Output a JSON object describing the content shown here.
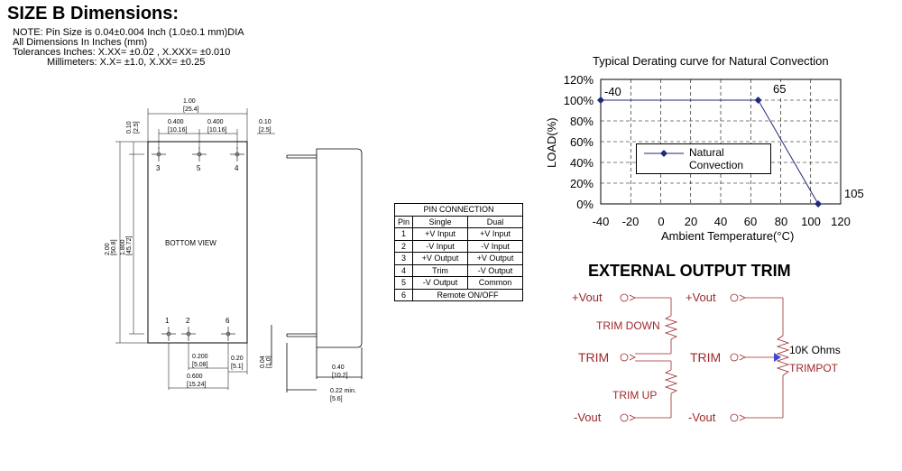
{
  "title": "SIZE B Dimensions:",
  "notes": [
    "NOTE: Pin Size is 0.04±0.004 Inch (1.0±0.1 mm)DIA",
    "All Dimensions In Inches (mm)",
    "Tolerances Inches: X.XX= ±0.02 , X.XXX= ±0.010",
    "Millimeters: X.X= ±1.0, X.XX= ±0.25"
  ],
  "mechanical": {
    "bottom_view_label": "BOTTOM VIEW",
    "pin_numbers_top": [
      "3",
      "5",
      "4"
    ],
    "pin_numbers_bottom": [
      "1",
      "2",
      "6"
    ],
    "dims": {
      "width_in": "1.00",
      "width_mm": "[25.4]",
      "pitch1_in": "0.400",
      "pitch1_mm": "[10.16]",
      "pitch2_in": "0.400",
      "pitch2_mm": "[10.16]",
      "top_margin_in": "0.10",
      "top_margin_mm": "[2.5]",
      "right_margin_in": "0.10",
      "right_margin_mm": "[2.5]",
      "height_in": "2.00",
      "height_mm": "[50.8]",
      "pin_span_in": "1.800",
      "pin_span_mm": "[45.72]",
      "b_pitch_in": "0.200",
      "b_pitch_mm": "[5.08]",
      "b_span_in": "0.600",
      "b_span_mm": "[15.24]",
      "b_margin_in": "0.20",
      "b_margin_mm": "[5.1]",
      "pin_dia_in": "0.04",
      "pin_dia_mm": "[1.0]",
      "depth_in": "0.40",
      "depth_mm": "[10.2]",
      "pin_len_in": "0.22 min.",
      "pin_len_mm": "[5.6]"
    }
  },
  "pin_table": {
    "title": "PIN CONNECTION",
    "headers": [
      "Pin",
      "Single",
      "Dual"
    ],
    "rows": [
      [
        "1",
        "+V Input",
        "+V Input"
      ],
      [
        "2",
        "-V Input",
        "-V Input"
      ],
      [
        "3",
        "+V Output",
        "+V Output"
      ],
      [
        "4",
        "Trim",
        "-V Output"
      ],
      [
        "5",
        "-V Output",
        "Common"
      ],
      [
        "6",
        "Remote ON/OFF"
      ]
    ]
  },
  "chart_data": {
    "type": "line",
    "title": "Typical Derating curve for Natural Convection",
    "xlabel": "Ambient Temperature(°C)",
    "ylabel": "LOAD(%)",
    "xlim": [
      -40,
      120
    ],
    "ylim": [
      0,
      120
    ],
    "x_ticks": [
      "-40",
      "-20",
      "0",
      "20",
      "40",
      "60",
      "80",
      "100",
      "120"
    ],
    "y_ticks": [
      "120%",
      "100%",
      "80%",
      "60%",
      "40%",
      "20%",
      "0%"
    ],
    "grid": true,
    "legend_position": "center-left",
    "series": [
      {
        "name": "Natural Convection",
        "x": [
          -40,
          65,
          105
        ],
        "y": [
          100,
          100,
          0
        ],
        "color": "#1f2a7a"
      }
    ],
    "annotations": [
      "-40",
      "65",
      "105"
    ]
  },
  "legend": {
    "line1": "Natural",
    "line2": "Convection"
  },
  "trim": {
    "title": "EXTERNAL OUTPUT TRIM",
    "vout_pos": "+Vout",
    "trim": "TRIM",
    "vout_neg": "-Vout",
    "trim_down": "TRIM DOWN",
    "trim_up": "TRIM UP",
    "pot_value": "10K Ohms",
    "pot_label": "TRIMPOT"
  },
  "colors": {
    "accent_red": "#a0282a",
    "series": "#1f2a7a"
  }
}
